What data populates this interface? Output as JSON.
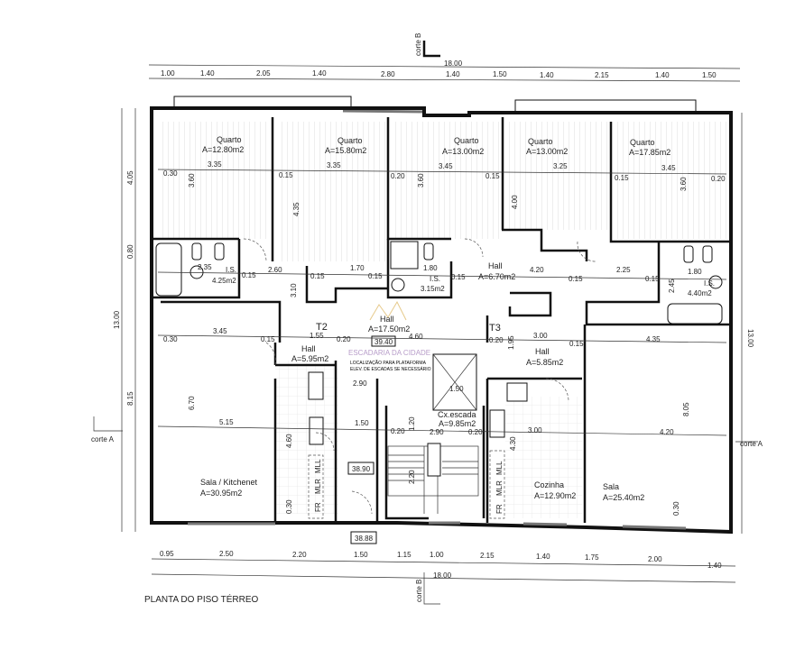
{
  "title": "PLANTA DO PISO TÉRREO",
  "watermark": "ESCADARIA DA CIDADE",
  "sections": {
    "corte_b": "corte B",
    "corte_a": "corte A"
  },
  "dimensions": {
    "total_width": "18.00",
    "total_depth": "13.00",
    "top": [
      "1.00",
      "1.40",
      "2.05",
      "1.40",
      "2.80",
      "1.40",
      "1.50",
      "1.40",
      "2.15",
      "1.40",
      "1.50"
    ],
    "bottom": [
      "0.95",
      "2.50",
      "2.20",
      "1.50",
      "1.15",
      "1.00",
      "2.15",
      "1.40",
      "1.75",
      "2.00",
      "1.40"
    ],
    "left": [
      "4.05",
      "0.80",
      "8.15"
    ]
  },
  "units": {
    "t2": "T2",
    "t3": "T3"
  },
  "rooms": [
    {
      "name": "Quarto",
      "area": "A=12.80m2"
    },
    {
      "name": "Quarto",
      "area": "A=15.80m2"
    },
    {
      "name": "Quarto",
      "area": "A=13.00m2"
    },
    {
      "name": "Quarto",
      "area": "A=13.00m2"
    },
    {
      "name": "Quarto",
      "area": "A=17.85m2"
    },
    {
      "name": "I.S.",
      "area": "4.25m2"
    },
    {
      "name": "I.S.",
      "area": "3.15m2"
    },
    {
      "name": "I.S.",
      "area": "4.40m2"
    },
    {
      "name": "Hall",
      "area": "A=6.70m2"
    },
    {
      "name": "Hall",
      "area": "A=17.50m2"
    },
    {
      "name": "Hall",
      "area": "A=5.95m2"
    },
    {
      "name": "Hall",
      "area": "A=5.85m2"
    },
    {
      "name": "Cx.escada",
      "area": "A=9.85m2"
    },
    {
      "name": "Sala / Kitchenet",
      "area": "A=30.95m2"
    },
    {
      "name": "Cozinha",
      "area": "A=12.90m2"
    },
    {
      "name": "Sala",
      "area": "A=25.40m2"
    }
  ],
  "levels": [
    "39.40",
    "38.90",
    "38.88"
  ],
  "note": [
    "LOCALIZAÇÃO PARA PLATAFORMA",
    "ELEV. DE ESCADAS SE NECESSÁRIO"
  ],
  "appliances": {
    "mll": "MLL",
    "mlr": "MLR",
    "fr": "FR"
  },
  "inner_dims": {
    "d1": "3.35",
    "d2": "3.35",
    "d3": "3.45",
    "d4": "3.25",
    "d5": "3.45",
    "w1": "0.30",
    "w2": "0.15",
    "w3": "0.20",
    "w4": "0.15",
    "w5": "0.15",
    "w6": "0.20",
    "v1": "3.60",
    "v2": "4.35",
    "v3": "3.60",
    "v4": "4.00",
    "v5": "3.60",
    "is1": "2.35",
    "is2": "0.15",
    "is3": "2.60",
    "is4": "0.15",
    "is5": "1.70",
    "is6": "0.15",
    "is7": "1.80",
    "is8": "0.15",
    "is9": "4.20",
    "is10": "0.15",
    "is11": "2.25",
    "is12": "0.15",
    "is13": "1.80",
    "is14": "2.45",
    "h1": "3.45",
    "h2": "0.30",
    "h3": "0.15",
    "h4": "1.55",
    "h5": "0.20",
    "h6": "4.60",
    "h7": "0.20",
    "h8": "3.00",
    "h9": "0.15",
    "h10": "4.35",
    "h11": "1.95",
    "h12": "3.10",
    "s1": "6.70",
    "s2": "8.05",
    "s3": "5.15",
    "s4": "1.50",
    "s5": "0.20",
    "s6": "2.90",
    "s7": "0.20",
    "s8": "3.00",
    "s9": "4.20",
    "s10": "4.60",
    "s11": "4.30",
    "s12": "2.90",
    "s13": "1.50",
    "s14": "2.20",
    "s15": "0.30",
    "s16": "0.30",
    "s17": "1.20"
  }
}
